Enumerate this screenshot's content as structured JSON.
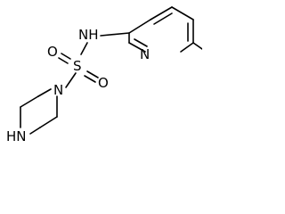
{
  "molecule": {
    "atoms": {
      "sulfonamide_nh": "NH",
      "sulfur": "S",
      "oxygen_top": "O",
      "oxygen_bottom": "O",
      "piperazine_n_sulfonyl": "N",
      "piperazine_nh": "HN",
      "pyridine_n": "N"
    }
  }
}
